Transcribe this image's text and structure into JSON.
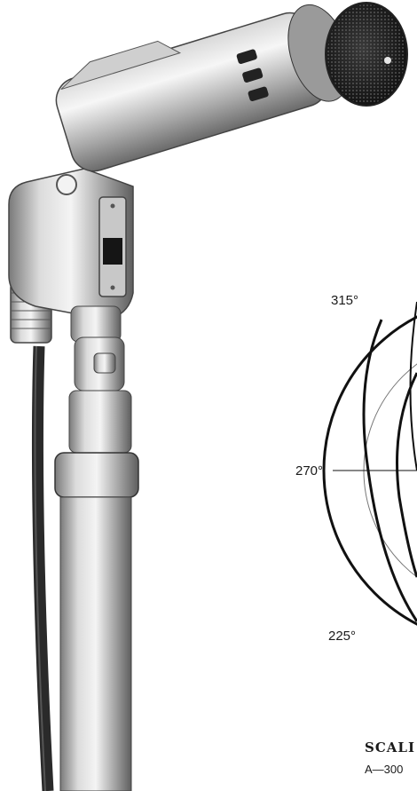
{
  "polar_chart": {
    "angle_labels": [
      "315°",
      "270°",
      "225°"
    ]
  },
  "caption": {
    "heading": "SCALI",
    "line": "A—300"
  },
  "colors": {
    "ink": "#111111",
    "chrome_light": "#eeeeee",
    "chrome_dark": "#6a6a6a",
    "cable": "#2a2a2a"
  },
  "icons": [
    "microphone-image",
    "polar-pattern-plot"
  ]
}
